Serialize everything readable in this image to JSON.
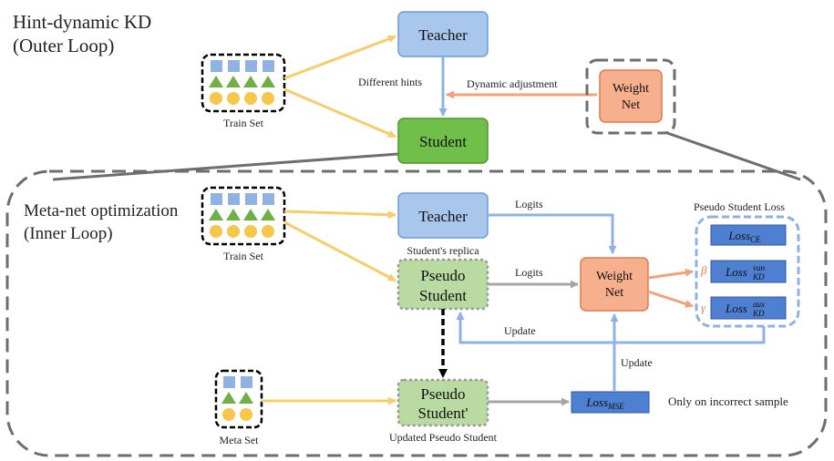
{
  "outer": {
    "title_line1": "Hint-dynamic KD",
    "title_line2": "(Outer Loop)",
    "train_set": "Train Set",
    "teacher": "Teacher",
    "student": "Student",
    "weight_net_line1": "Weight",
    "weight_net_line2": "Net",
    "different_hints": "Different hints",
    "dynamic_adjustment": "Dynamic adjustment"
  },
  "inner": {
    "title_line1": "Meta-net optimization",
    "title_line2": "(Inner Loop)",
    "train_set": "Train Set",
    "meta_set": "Meta Set",
    "teacher": "Teacher",
    "students_replica": "Student's replica",
    "pseudo_student_line1": "Pseudo",
    "pseudo_student_line2": "Student",
    "updated_pseudo_line1": "Pseudo",
    "updated_pseudo_line2": "Student'",
    "updated_pseudo_caption": "Updated Pseudo Student",
    "logits_top": "Logits",
    "logits_mid": "Logits",
    "weight_net_line1": "Weight",
    "weight_net_line2": "Net",
    "update_left": "Update",
    "update_right": "Update",
    "loss_mse": "Loss",
    "loss_mse_sub": "MSE",
    "only_incorrect": "Only on incorrect sample",
    "pseudo_student_loss": "Pseudo Student Loss",
    "loss_ce": "Loss",
    "loss_ce_sub": "CE",
    "loss_kd_van": "Loss",
    "loss_kd_van_sup": "van",
    "loss_kd_van_sub": "KD",
    "loss_kd_aux": "Loss",
    "loss_kd_aux_sup": "aux",
    "loss_kd_aux_sub": "KD",
    "beta": "β",
    "gamma": "γ"
  },
  "colors": {
    "teacher_fill": "#a9c6ec",
    "teacher_stroke": "#6f9bd6",
    "student_fill": "#6fbf4a",
    "student_stroke": "#4c9a2c",
    "pseudo_fill": "#b9dba2",
    "weight_fill": "#f6b08e",
    "weight_stroke": "#e07a4d",
    "loss_fill": "#4f7fd0",
    "loss_stroke": "#2d5aa8",
    "arrow_yellow": "#f7cd6a",
    "arrow_blue": "#8fb2e3",
    "arrow_orange": "#f0a27d",
    "arrow_gray": "#a6a6a6",
    "square_blue": "#8fb2e3",
    "triangle_green": "#6faf46",
    "circle_yellow": "#f7c64a"
  }
}
